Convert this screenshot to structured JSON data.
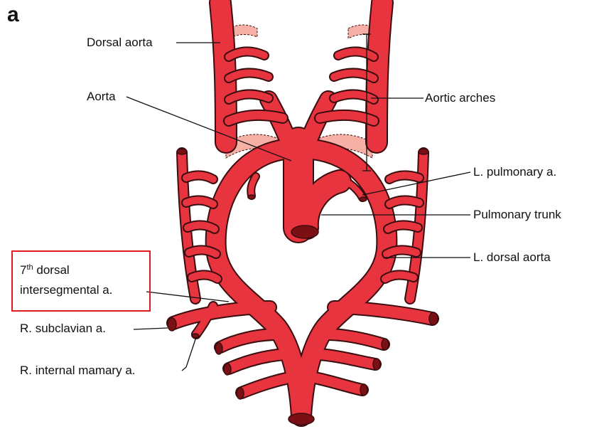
{
  "figure": {
    "panel_letter": "a",
    "labels": {
      "dorsal_aorta": "Dorsal aorta",
      "aorta": "Aorta",
      "aortic_arches": "Aortic arches",
      "l_pulmonary": "L. pulmonary a.",
      "pulmonary_trunk": "Pulmonary trunk",
      "l_dorsal_aorta": "L. dorsal aorta",
      "seventh_prefix": "7",
      "seventh_sup": "th",
      "seventh_rest": " dorsal",
      "seventh_line2": "intersegmental a.",
      "r_subclavian": "R. subclavian a.",
      "r_internal_mamary": "R. internal mamary a."
    },
    "colors": {
      "vessel": "#e8343f",
      "vessel_outline": "#3a0d0f",
      "regressed_segment": "#f6b0a6",
      "highlight_box": "#e01b22",
      "lumen": "#7a1014"
    }
  }
}
